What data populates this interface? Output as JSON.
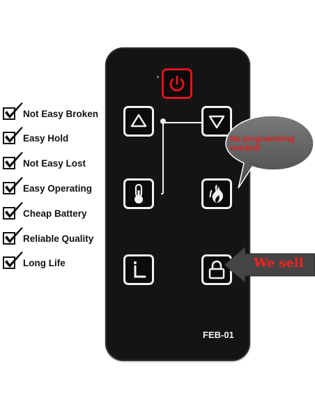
{
  "checklist": [
    {
      "label": "Not Easy Broken"
    },
    {
      "label": "Easy Hold"
    },
    {
      "label": "Not Easy Lost"
    },
    {
      "label": "Easy Operating"
    },
    {
      "label": "Cheap Battery"
    },
    {
      "label": "Reliable Quality"
    },
    {
      "label": "Long Life"
    }
  ],
  "remote": {
    "model": "FEB-01",
    "buttons": [
      "power-icon",
      "up-icon",
      "down-icon",
      "thermometer-icon",
      "flame-icon",
      "info-icon",
      "lock-icon"
    ],
    "colors": {
      "body": "#141414",
      "power_ring": "#e0151b",
      "button_border": "#f2f2f2"
    }
  },
  "callout": {
    "text": "No programming needed!",
    "color": "#e02020"
  },
  "arrow": {
    "text": "We sell",
    "color": "#ff2020"
  }
}
